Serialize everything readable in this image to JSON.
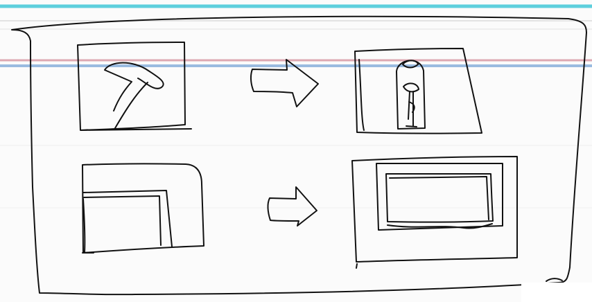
{
  "colors": {
    "paper": "#fbfbfb",
    "ink": "#111111",
    "line_cyan": "#38c5d6",
    "line_blue": "#7aa6d8",
    "line_red": "#d89aa6",
    "line_faint": "#e6e6e6"
  },
  "sketch": {
    "panels": [
      {
        "name": "top-left-image-frame"
      },
      {
        "name": "top-right-device-frame"
      },
      {
        "name": "bottom-left-window-frame"
      },
      {
        "name": "bottom-right-screen-frame"
      }
    ],
    "arrows": [
      {
        "name": "top-arrow"
      },
      {
        "name": "bottom-arrow"
      }
    ]
  }
}
